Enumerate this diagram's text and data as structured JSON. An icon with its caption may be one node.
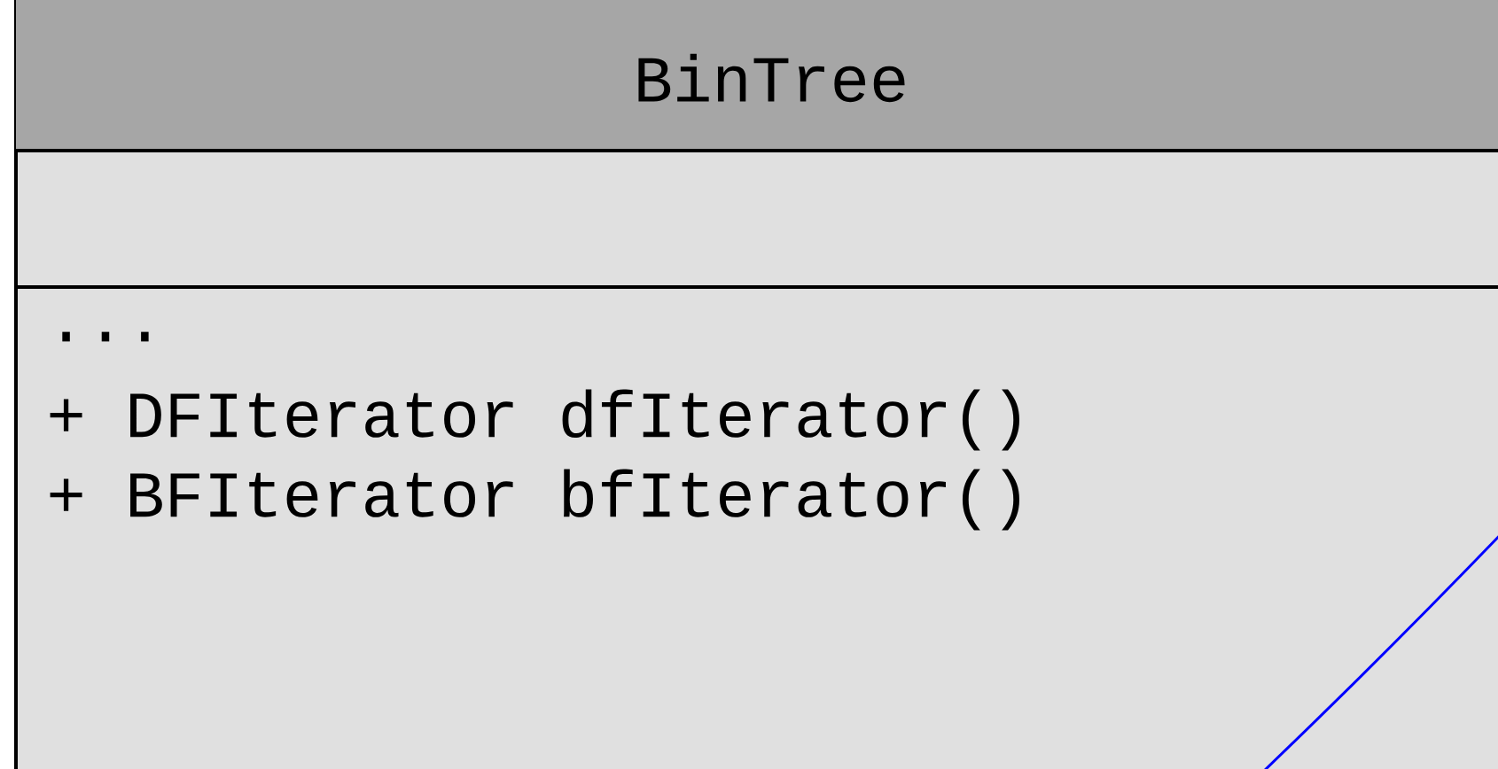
{
  "diagram": {
    "nodes": [
      {
        "text": [
          "BinTree",
          "...",
          "+ DFIterator dfIterator()",
          "+ BFIterator bfIterator()"
        ]
      }
    ]
  }
}
